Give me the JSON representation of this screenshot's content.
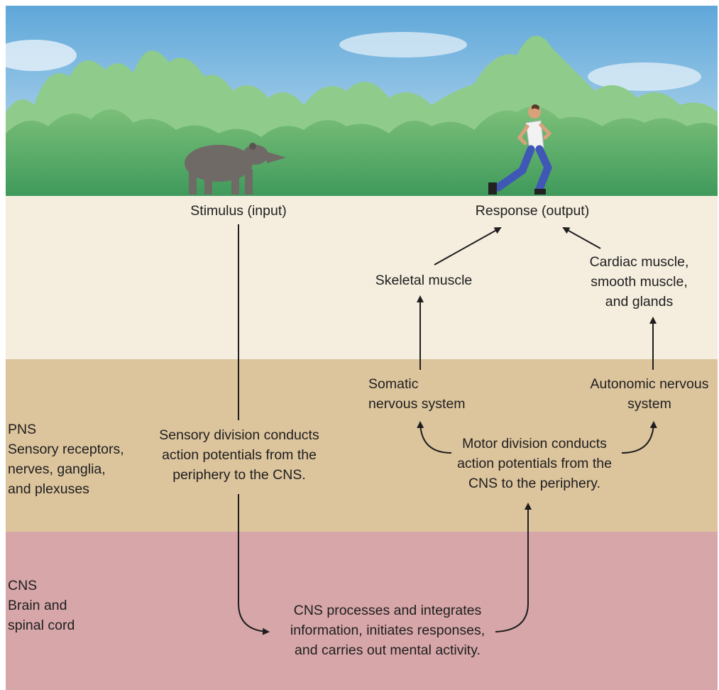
{
  "stimulus_label": "Stimulus (input)",
  "response_label": "Response (output)",
  "skeletal_muscle": "Skeletal muscle",
  "cardiac_muscle": "Cardiac muscle,\nsmooth muscle,\nand glands",
  "somatic_system": "Somatic\nnervous system",
  "autonomic_system": "Autonomic nervous\nsystem",
  "pns_label": "PNS\nSensory receptors,\nnerves, ganglia,\nand plexuses",
  "sensory_division": "Sensory division conducts\naction potentials from the\nperiphery to the CNS.",
  "motor_division": "Motor division conducts\naction potentials from the\nCNS to the periphery.",
  "cns_label": "CNS\nBrain and\nspinal cord",
  "cns_process": "CNS processes and integrates\ninformation, initiates responses,\nand carries out mental activity.",
  "colors": {
    "sky": "#8ec3e6",
    "effector_band": "#f5eedf",
    "pns_band": "#dcc49d",
    "cns_band": "#d7a6a9",
    "arrow": "#1e1e1e"
  }
}
